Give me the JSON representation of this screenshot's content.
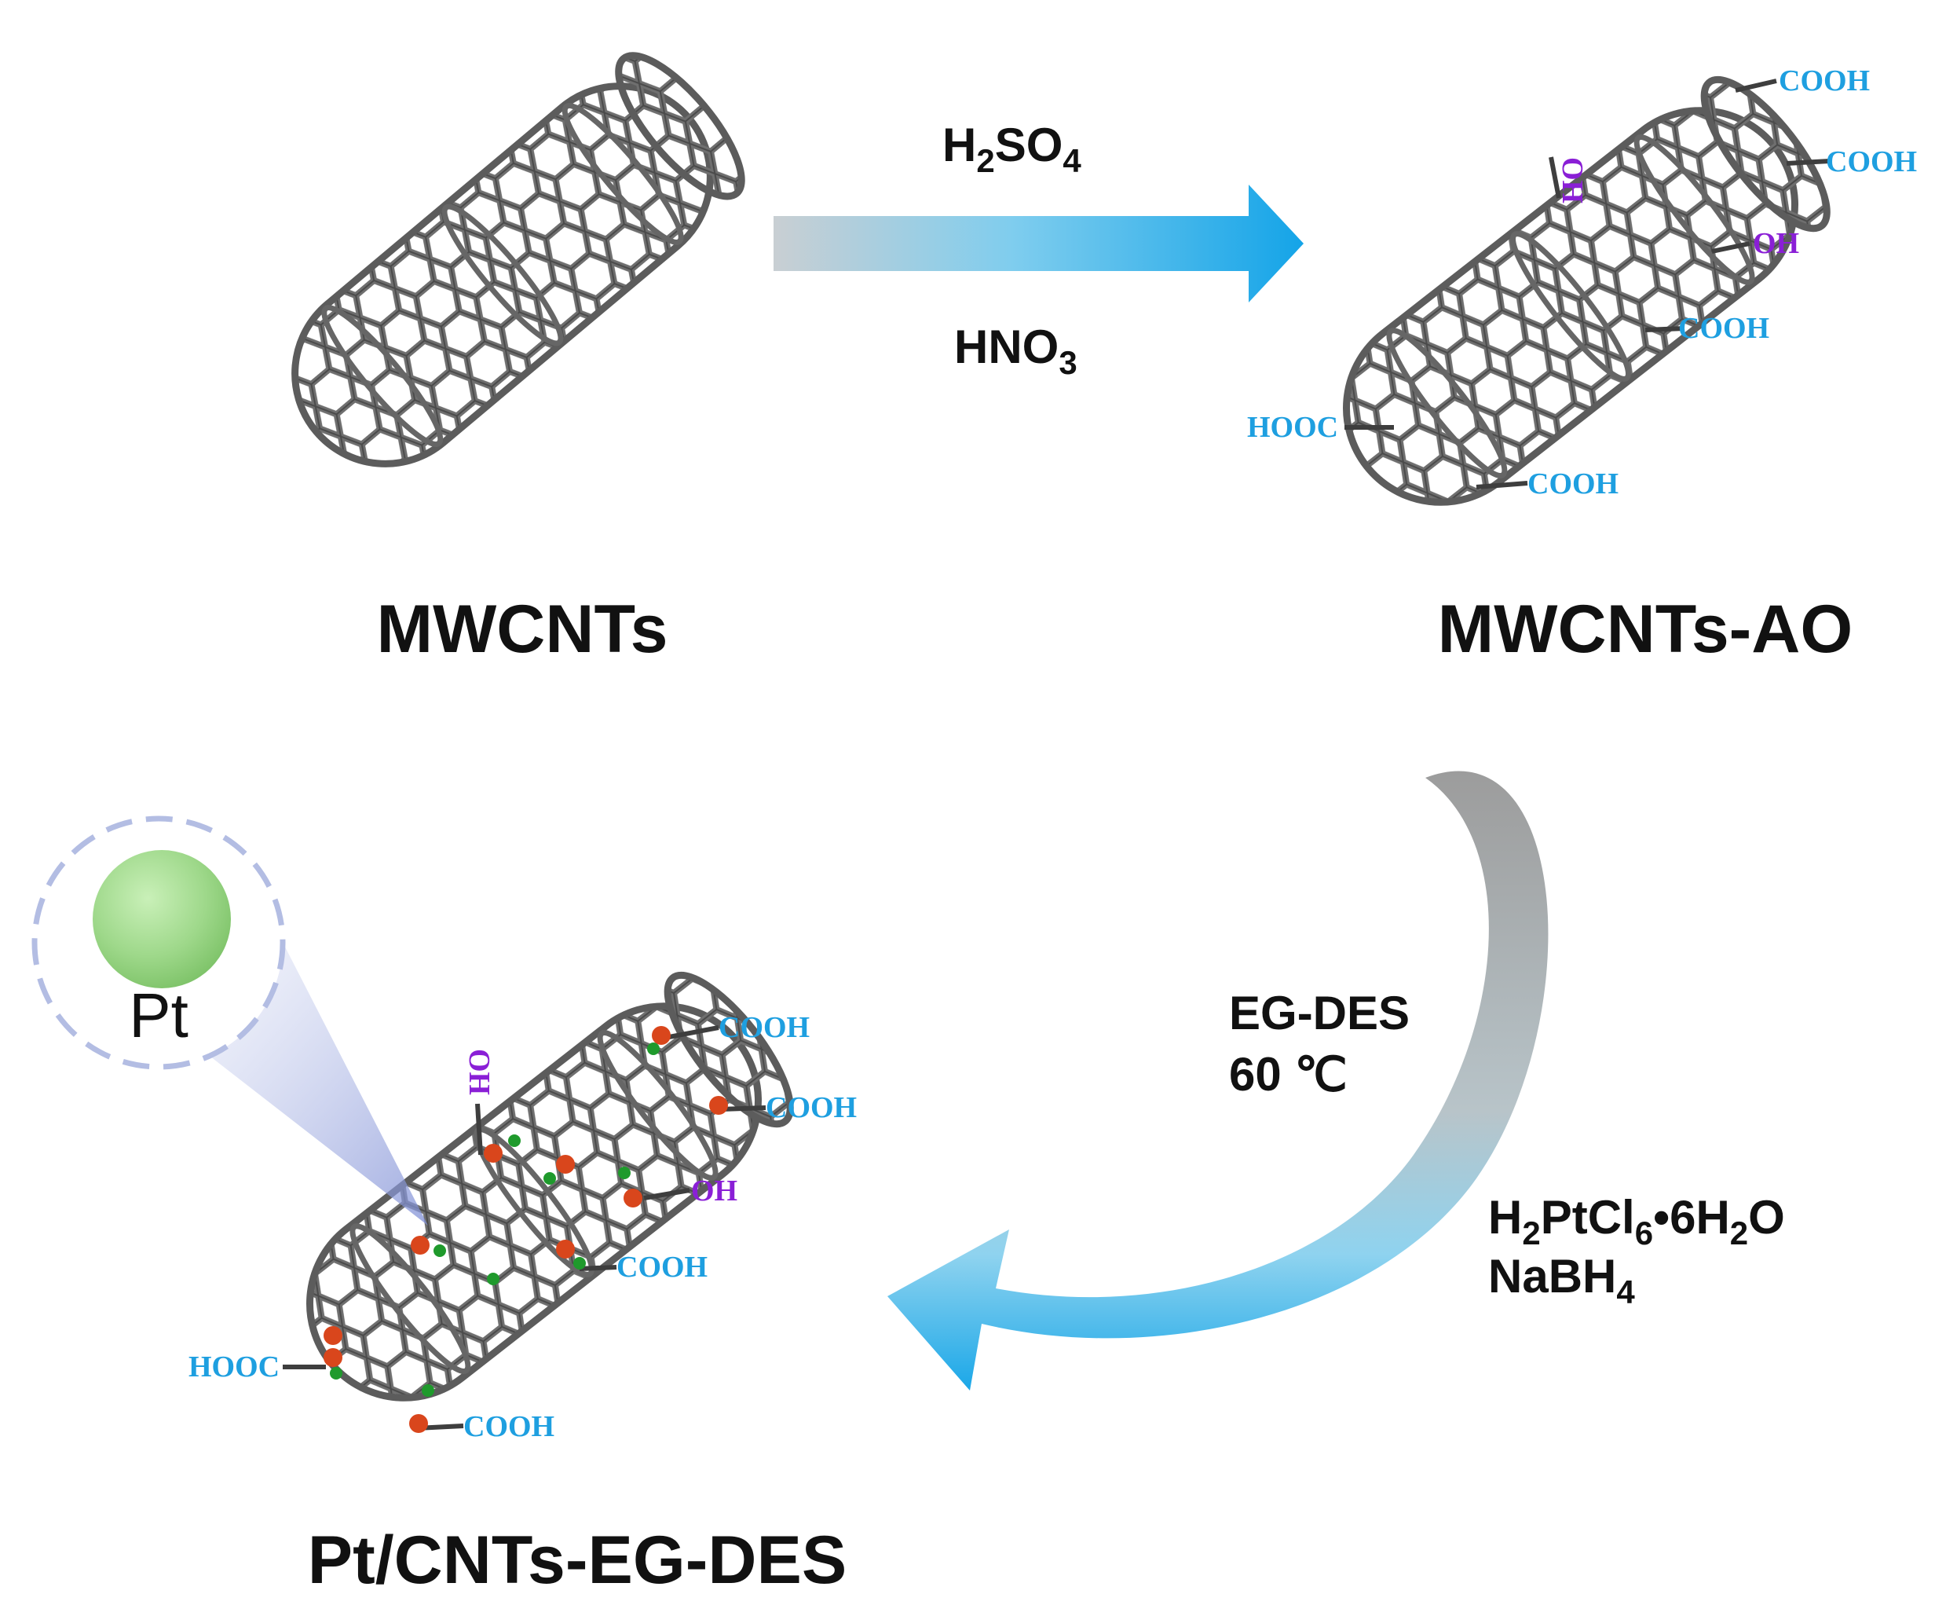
{
  "labels": {
    "mwcnts": "MWCNTs",
    "mwcnts_ao": "MWCNTs-AO",
    "product": "Pt/CNTs-EG-DES",
    "pt_particle": "Pt"
  },
  "step1": {
    "reagent_top": {
      "main": "H",
      "sub1": "2",
      "mid": "SO",
      "sub2": "4"
    },
    "reagent_bottom": {
      "main": "HNO",
      "sub": "3"
    }
  },
  "step2": {
    "line1": "EG-DES",
    "line2": "60 ℃",
    "reagent1": {
      "a": "H",
      "s1": "2",
      "b": "PtCl",
      "s2": "6",
      "c": "•6H",
      "s3": "2",
      "d": "O"
    },
    "reagent2": {
      "a": "NaBH",
      "s1": "4"
    }
  },
  "groups": {
    "cooh": "COOH",
    "hooc": "HOOC",
    "oh": "OH"
  },
  "colors": {
    "tube": "#6f6f6f",
    "arrow_blue": "#1aa7e8",
    "arrow_gray": "#9a9a9a",
    "cooh_text": "#1e9fe0",
    "oh_text": "#8a1fd6",
    "pt_sphere": "#9ed88a",
    "red_dot": "#d9461c",
    "green_dot": "#1f9a2c"
  }
}
